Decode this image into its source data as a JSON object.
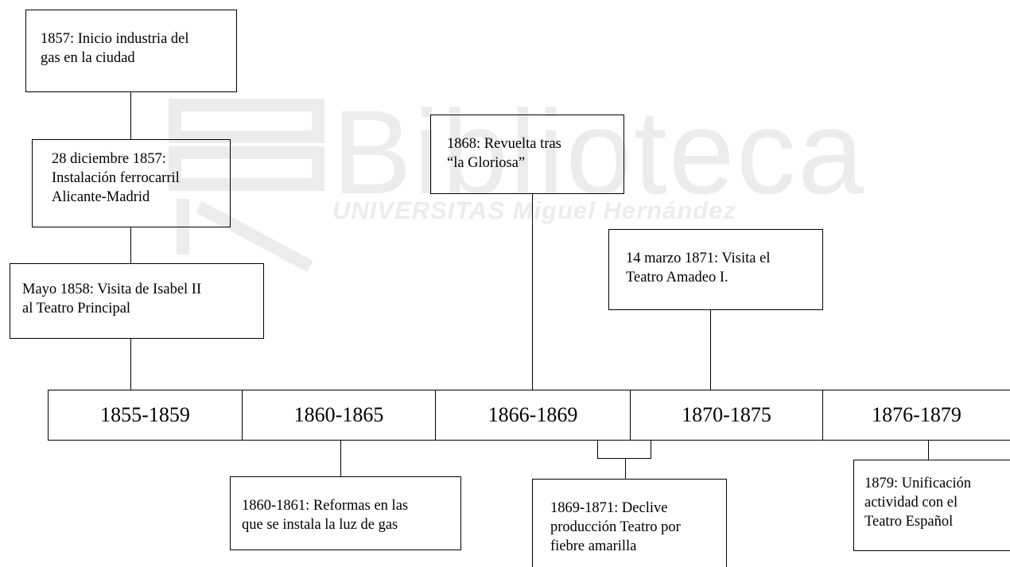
{
  "watermark": {
    "title": "Biblioteca",
    "subtitle": "UNIVERSITAS Miguel Hernández"
  },
  "periods": [
    "1855-1859",
    "1860-1865",
    "1866-1869",
    "1870-1875",
    "1876-1879"
  ],
  "events_above": [
    {
      "id": "gas",
      "text": "1857: Inicio industria del\ngas en la ciudad"
    },
    {
      "id": "ferrocarril",
      "text": "28 diciembre 1857:\nInstalación ferrocarril\nAlicante-Madrid"
    },
    {
      "id": "isabel",
      "text": "Mayo 1858: Visita de Isabel II\nal Teatro Principal"
    },
    {
      "id": "gloriosa",
      "text": "1868: Revuelta tras\n“la Gloriosa”"
    },
    {
      "id": "amadeo",
      "text": "14 marzo 1871: Visita el\nTeatro Amadeo I."
    }
  ],
  "events_below": [
    {
      "id": "reformas",
      "text": "1860-1861: Reformas en las\nque se instala la luz de gas"
    },
    {
      "id": "declive",
      "text": "1869-1871: Declive\nproducción Teatro por\nfiebre amarilla"
    },
    {
      "id": "unificacion",
      "text": "1879: Unificación\nactividad con el\nTeatro Español"
    }
  ]
}
